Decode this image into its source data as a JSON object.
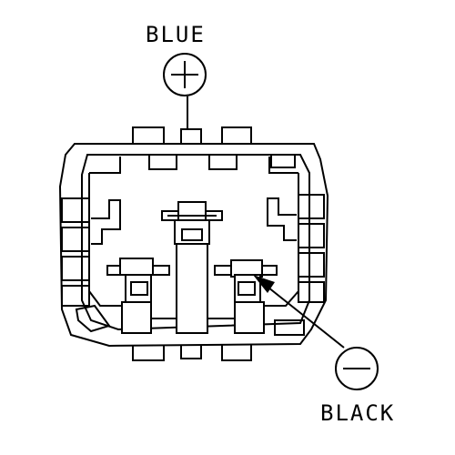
{
  "labels": {
    "positive_wire": "BLUE",
    "negative_wire": "BLACK"
  },
  "symbols": {
    "positive": "plus-symbol",
    "negative": "minus-symbol"
  },
  "colors": {
    "line": "#000000",
    "background": "#ffffff"
  }
}
